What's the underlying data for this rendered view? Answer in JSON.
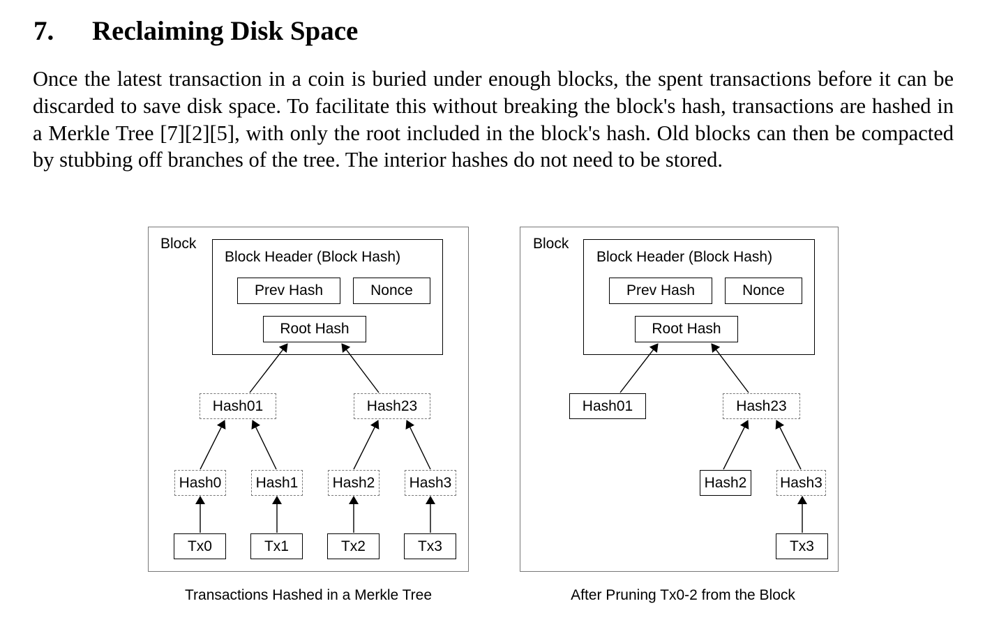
{
  "section": {
    "number": "7.",
    "title": "Reclaiming Disk Space",
    "paragraph": "Once the latest transaction in a coin is buried under enough blocks, the spent transactions before it can be discarded to save disk space.  To facilitate this without breaking the block's hash, transactions are hashed in a Merkle Tree [7][2][5], with only the root included in the block's hash. Old blocks can then be compacted by stubbing off branches of the tree.  The interior hashes do not need to be stored."
  },
  "figure_left": {
    "block_label": "Block",
    "header_label": "Block Header (Block Hash)",
    "prev_hash": "Prev Hash",
    "nonce": "Nonce",
    "root_hash": "Root Hash",
    "hash01": "Hash01",
    "hash23": "Hash23",
    "hash0": "Hash0",
    "hash1": "Hash1",
    "hash2": "Hash2",
    "hash3": "Hash3",
    "tx0": "Tx0",
    "tx1": "Tx1",
    "tx2": "Tx2",
    "tx3": "Tx3",
    "caption": "Transactions Hashed in a Merkle Tree"
  },
  "figure_right": {
    "block_label": "Block",
    "header_label": "Block Header (Block Hash)",
    "prev_hash": "Prev Hash",
    "nonce": "Nonce",
    "root_hash": "Root Hash",
    "hash01": "Hash01",
    "hash23": "Hash23",
    "hash2": "Hash2",
    "hash3": "Hash3",
    "tx3": "Tx3",
    "caption": "After Pruning Tx0-2 from the Block"
  }
}
